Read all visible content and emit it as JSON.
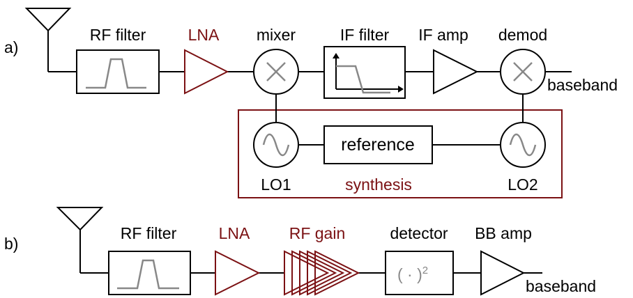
{
  "diagram_a": {
    "label": "a)",
    "blocks": {
      "rf_filter": "RF filter",
      "lna": "LNA",
      "mixer": "mixer",
      "if_filter": "IF filter",
      "if_amp": "IF amp",
      "demod": "demod",
      "baseband": "baseband",
      "reference": "reference",
      "lo1": "LO1",
      "lo2": "LO2",
      "synthesis": "synthesis"
    }
  },
  "diagram_b": {
    "label": "b)",
    "blocks": {
      "rf_filter": "RF filter",
      "lna": "LNA",
      "rf_gain": "RF gain",
      "detector": "detector",
      "detector_symbol": "( · )",
      "detector_exponent": "2",
      "bb_amp": "BB amp",
      "baseband": "baseband"
    }
  },
  "colors": {
    "wire": "#000000",
    "highlight": "#7b1113",
    "symbol": "#888888"
  }
}
